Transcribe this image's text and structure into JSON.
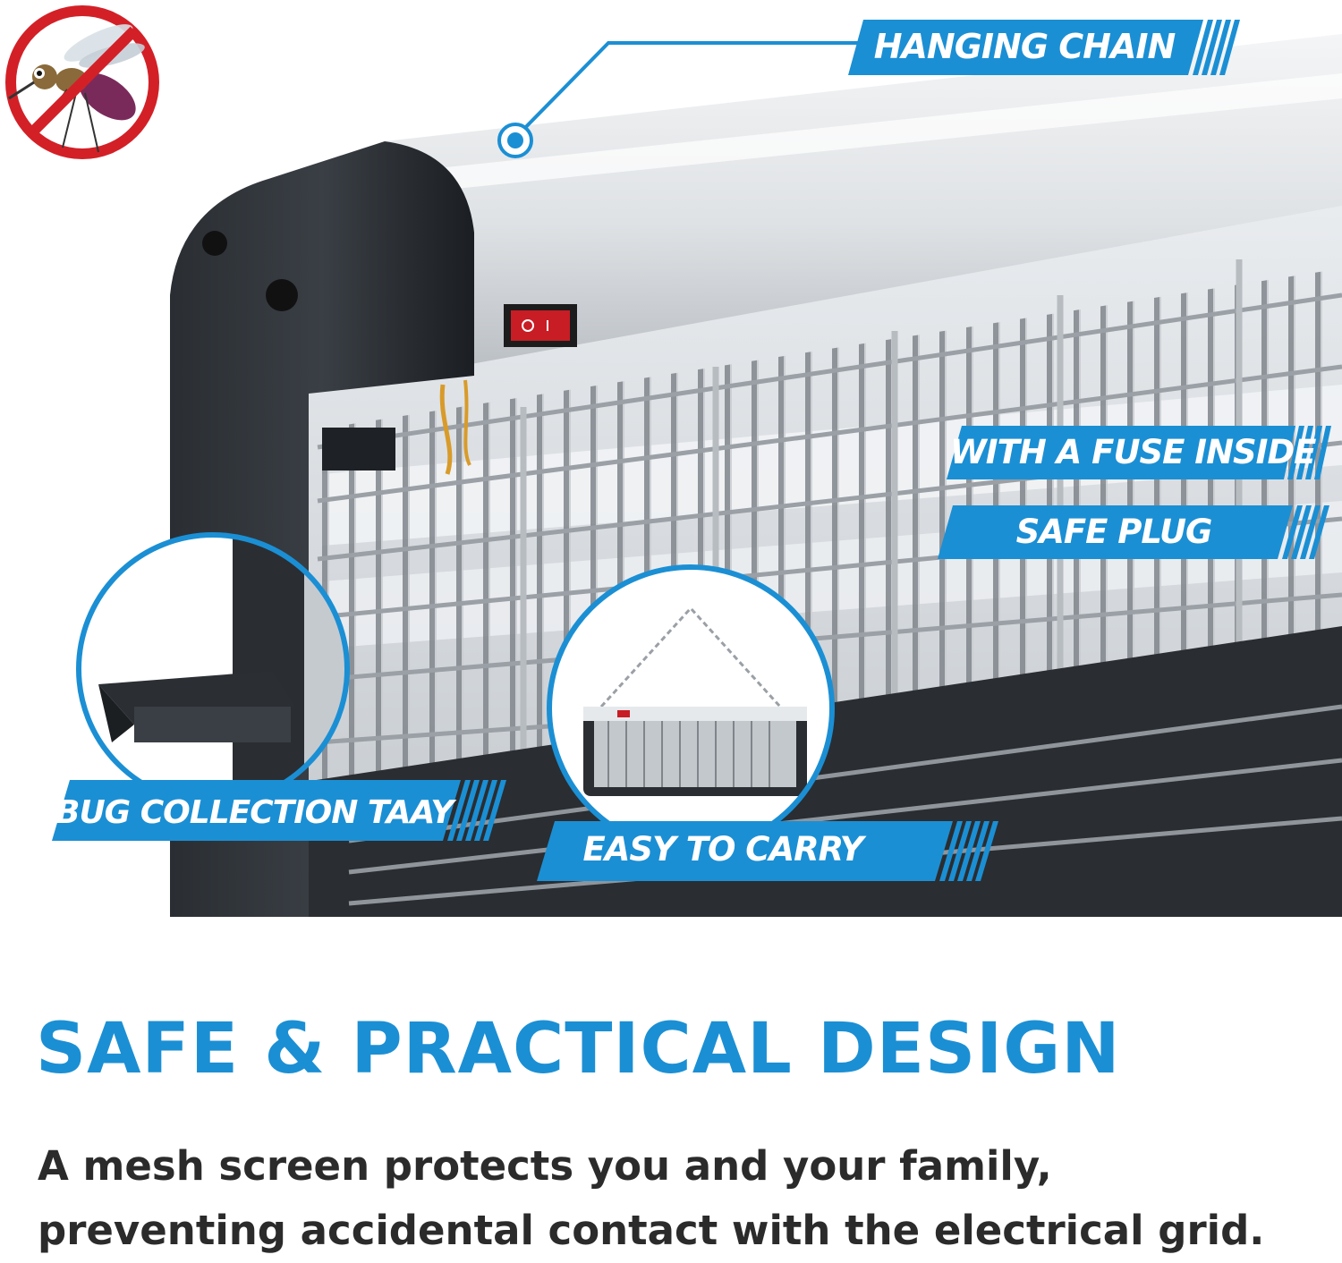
{
  "callouts": {
    "hanging_chain": "HANGING CHAIN",
    "fuse": "WITH A FUSE INSIDE",
    "safe_plug": "SAFE PLUG",
    "collection_tray": "BUG COLLECTION TAAY",
    "easy_carry": "EASY TO CARRY"
  },
  "headline": "SAFE & PRACTICAL DESIGN",
  "description": "A mesh screen protects you and your family, preventing accidental contact with the electrical grid.",
  "icons": [
    "no-mosquito-icon",
    "power-switch-icon"
  ],
  "colors": {
    "accent_blue": "#1b8fd4",
    "body_text": "#2b2b2b",
    "frame_black": "#1d2024",
    "grid_gray": "#8c9196",
    "prohibition_red": "#d32027"
  }
}
